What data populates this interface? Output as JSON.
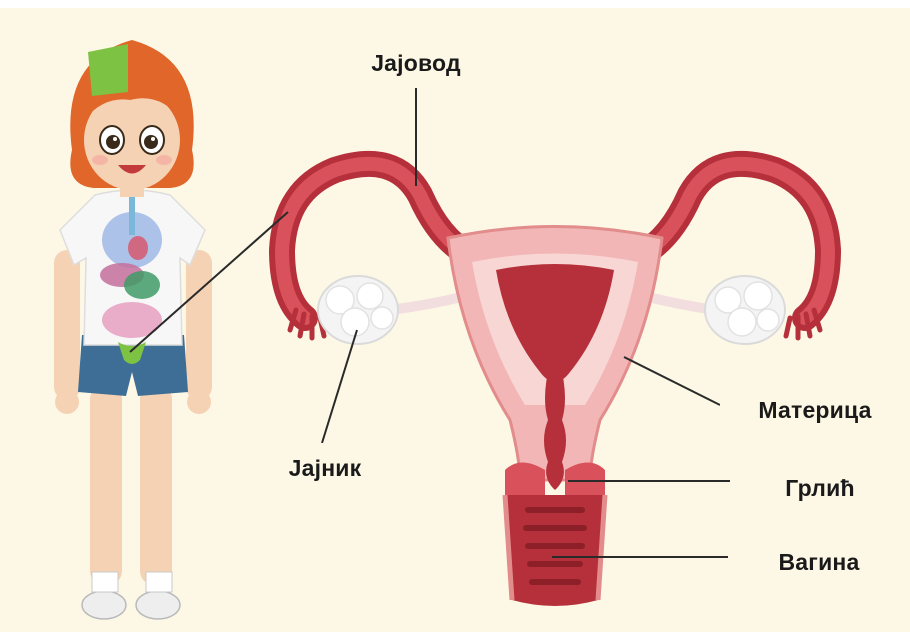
{
  "diagram": {
    "labels": {
      "oviduct": "Јајовод",
      "ovary": "Јајник",
      "uterus": "Материца",
      "cervix": "Грлић",
      "vagina": "Вагина"
    },
    "colors": {
      "background": "#fdf8e6",
      "tissue_dark": "#b5303a",
      "tissue_mid": "#d9525b",
      "tissue_light": "#f2b6b6",
      "tissue_pale": "#f8d6d4",
      "ovary": "#f4f4f4",
      "leader_line": "#2a2a2a",
      "girl_hair": "#e0662a",
      "girl_shirt": "#f7f7f7",
      "girl_shorts": "#3e6d95",
      "girl_skin": "#f6d2b4",
      "highlight_green": "#7dc242"
    }
  }
}
